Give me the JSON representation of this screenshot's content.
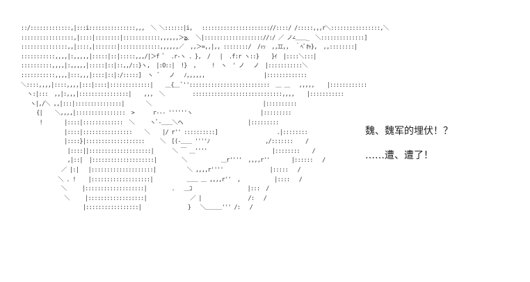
{
  "dialog": {
    "line1": "魏、魏军的埋伏！？",
    "line2": "……遭、遭了！"
  },
  "art_lines": [
    "::/:::::::::::::,|:::i:::::::::::::::,,,  ＼ ＼::::::|i,   :::::::::::::::::::::://::::/ /:::::,,,r＼::::::::::::::::,＼",
    ":::::::::::::::::,|::::|::::::::|::::::::::::,,,,,,＞≧､  ＼|::::::::::::::::::://:/ ／ ノ∠＿＿_  ＼::::::::::::::]",
    ":::::::::::::::,,|::::,|:::::::|:::::::::::::,,,,,,／  ,,＞=,,|,, ::::::::/  /ｨｯ  ,,ｴｴ,,  ｀ﾍﾞｵｬ},  ,,::::::::|",
    ":::::::::::,,,,|:,,,,,|:::::|::|:::::,,,/|＞f ﾞ  .r-ヽ . },  /   |  .f:r ヽ::}    }ｲ  |::::＼:::|",
    "::::::::::,,,,|:,,,,,|:::::|::|::,,/::}ヽ,  |:O::|  !}  ,     !  ヽ  ' ノ   ノ  |:::::::::::＼",
    ":::::::::::,,,,|:::,,,|::::|::|:/:::::]  ヽ  ﾞ   ノ   ﾉ,,,,,,                   |:::::::::::::",
    "＼::::,,,,|::::,,,,|:::|::::|:::::::::::::|    ＿{＿ ﾞ''::::::::::::::::::::::::::  ＿ ＿   ,,,,,    |::::::::::::",
    "  ヽ:|:::  ,,|:,,,|::::::::::::::::|    ,,,  ＼         :::::::::::::::::::::::::::::,,,,    |:::::::::::",
    "   ヽ|,/＼ ,,|:::|:::::::::::::::|       ＼                                    |::::::::::",
    "     {|    ＼,,,,|::::::::::::::::  >      r--- ''''''ヽ                      |:::::::::",
    "      !       |::::|:::::::::::::  ＼     ヽﾞ-＿＿＼へ                     |:::::::::",
    "              |::::|::::::::::::::::    ＼    |/ r'' ::::::::::]                   .|::::::::",
    "              |::::}|:::::::::::::::::::     ＼  [(-＿＿ ''''ﾉ                  ,/:::::::    /",
    "               |::::||::::::::::::::::::::|      ＼ ￣ ＿''''                     |::::::::    /",
    "               ,|::|  |::::::::::::::::::::|        ＼           ＿r''''  ,,,,r''       |::::::   /",
    "             ／ |:|   |::::::::::::::::::::|          ＼ ,,,,r''''               |:::::   /",
    "            ＼ . !    |:::::::::::::::::::|           ＿＿ ＿ ,,,,r''  ,           |::::   /",
    "             ＼     |:::::::::::::::::::|        .   ＿ｺ                  |:::  /",
    "              ＼     |::::::::::::::::::|              ／ |               /:   /",
    "                    |:::::::::::::::::|               }   ＼＿＿＿''' /:   /"
  ]
}
